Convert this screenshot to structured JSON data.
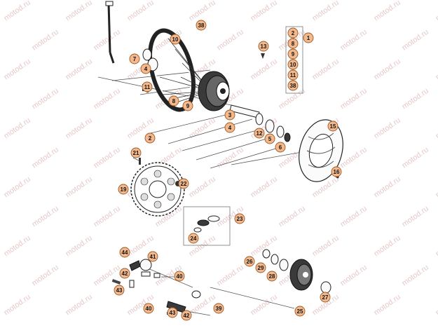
{
  "watermark": "motod.ru",
  "callout_color": "#f3b98c",
  "callouts": [
    {
      "label": "1"
    },
    {
      "label": "2"
    },
    {
      "label": "8"
    },
    {
      "label": "9"
    },
    {
      "label": "10"
    },
    {
      "label": "11"
    },
    {
      "label": "38"
    },
    {
      "label": "13"
    },
    {
      "label": "10"
    },
    {
      "label": "7"
    },
    {
      "label": "4"
    },
    {
      "label": "11"
    },
    {
      "label": "8"
    },
    {
      "label": "9"
    },
    {
      "label": "2"
    },
    {
      "label": "3"
    },
    {
      "label": "4"
    },
    {
      "label": "12"
    },
    {
      "label": "5"
    },
    {
      "label": "6"
    },
    {
      "label": "15"
    },
    {
      "label": "16"
    },
    {
      "label": "38"
    },
    {
      "label": "21"
    },
    {
      "label": "22"
    },
    {
      "label": "19"
    },
    {
      "label": "23"
    },
    {
      "label": "24"
    },
    {
      "label": "44"
    },
    {
      "label": "41"
    },
    {
      "label": "42"
    },
    {
      "label": "40"
    },
    {
      "label": "43"
    },
    {
      "label": "26"
    },
    {
      "label": "29"
    },
    {
      "label": "28"
    },
    {
      "label": "27"
    },
    {
      "label": "25"
    },
    {
      "label": "39"
    },
    {
      "label": "43"
    },
    {
      "label": "42"
    },
    {
      "label": "40"
    }
  ]
}
